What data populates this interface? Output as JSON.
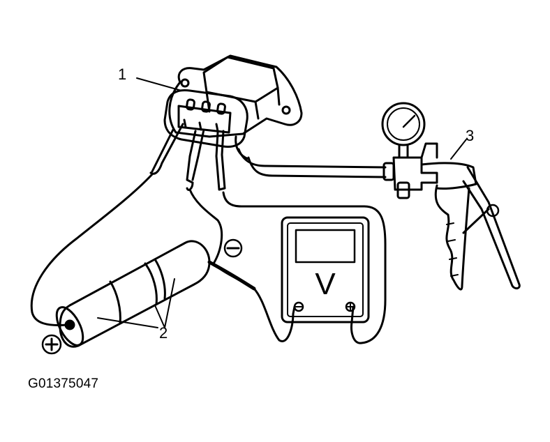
{
  "figure_id": "G01375047",
  "callouts": {
    "sensor": "1",
    "batteries": "2",
    "vacuum_pump": "3"
  },
  "symbols": {
    "negative": "−",
    "positive": "+",
    "meter_unit": "V"
  },
  "colors": {
    "ink": "#000000",
    "paper": "#ffffff"
  }
}
